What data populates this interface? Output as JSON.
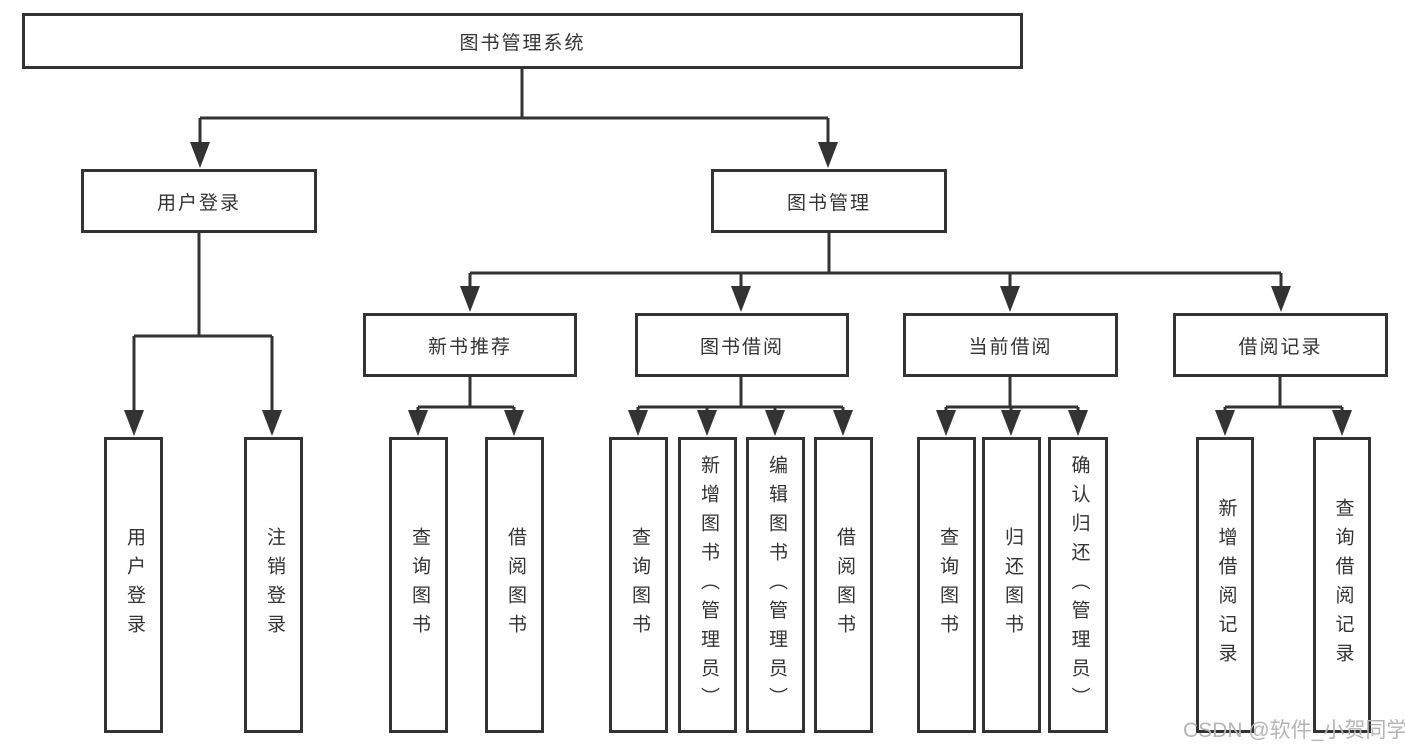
{
  "tree": {
    "root": "图书管理系统",
    "children": [
      {
        "label": "用户登录",
        "children": [
          {
            "label": "用户登录"
          },
          {
            "label": "注销登录"
          }
        ]
      },
      {
        "label": "图书管理",
        "children": [
          {
            "label": "新书推荐",
            "children": [
              {
                "label": "查询图书"
              },
              {
                "label": "借阅图书"
              }
            ]
          },
          {
            "label": "图书借阅",
            "children": [
              {
                "label": "查询图书"
              },
              {
                "label": "新增图书（管理员）"
              },
              {
                "label": "编辑图书（管理员）"
              },
              {
                "label": "借阅图书"
              }
            ]
          },
          {
            "label": "当前借阅",
            "children": [
              {
                "label": "查询图书"
              },
              {
                "label": "归还图书"
              },
              {
                "label": "确认归还（管理员）"
              }
            ]
          },
          {
            "label": "借阅记录",
            "children": [
              {
                "label": "新增借阅记录"
              },
              {
                "label": "查询借阅记录"
              }
            ]
          }
        ]
      }
    ]
  },
  "watermark": {
    "text": "CSDN @软件_小贺同学"
  },
  "colors": {
    "background": "#ffffff",
    "line": "#333333",
    "box_border": "#333333",
    "text": "#333333",
    "watermark": "#b5b5b5"
  }
}
